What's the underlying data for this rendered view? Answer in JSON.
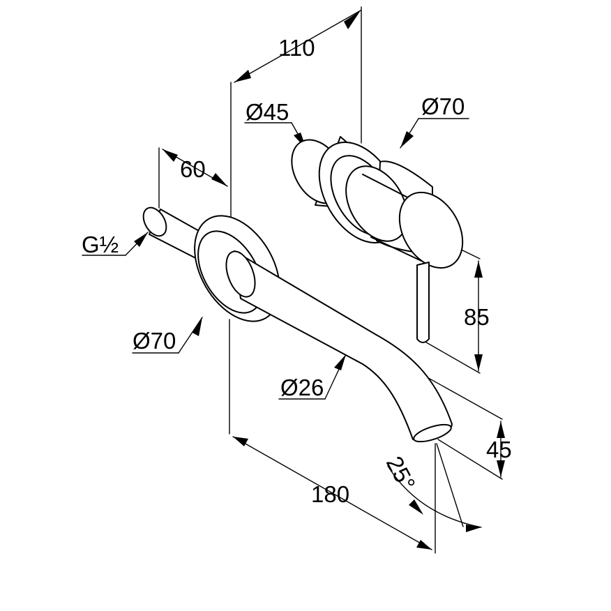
{
  "labels": {
    "dim_110": "110",
    "dim_dia45": "Ø45",
    "dim_dia70_top": "Ø70",
    "dim_60": "60",
    "dim_g12": "G½",
    "dim_85": "85",
    "dim_dia70_bottom": "Ø70",
    "dim_dia26": "Ø26",
    "dim_45": "45",
    "dim_25deg": "25°",
    "dim_180": "180"
  }
}
